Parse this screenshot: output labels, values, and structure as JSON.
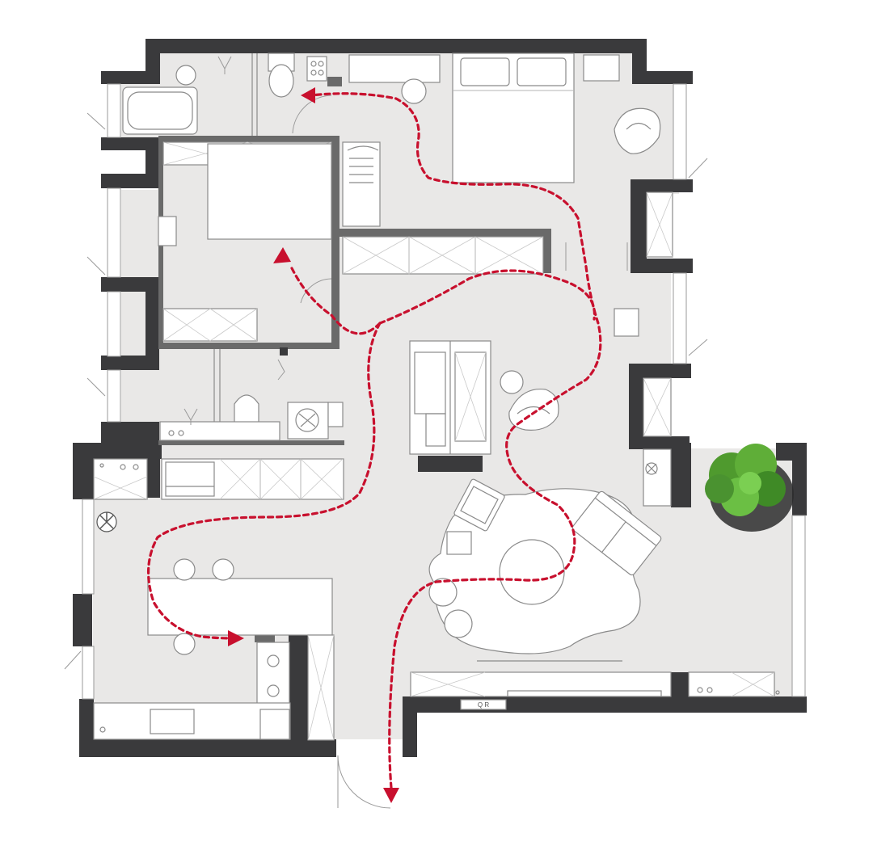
{
  "diagram": {
    "kind": "apartment-floor-plan",
    "fixture_label": "Q R"
  },
  "colors": {
    "wall": "#3a3a3c",
    "floor": "#e9e8e7",
    "furniture": "#ffffff",
    "route": "#c8102e",
    "plant": "#4f9a2e"
  },
  "icons": [
    "route-arrow",
    "plant",
    "stove-burner",
    "toilet",
    "bathtub",
    "bed",
    "sofa",
    "armchair",
    "round-table",
    "door-swing"
  ]
}
